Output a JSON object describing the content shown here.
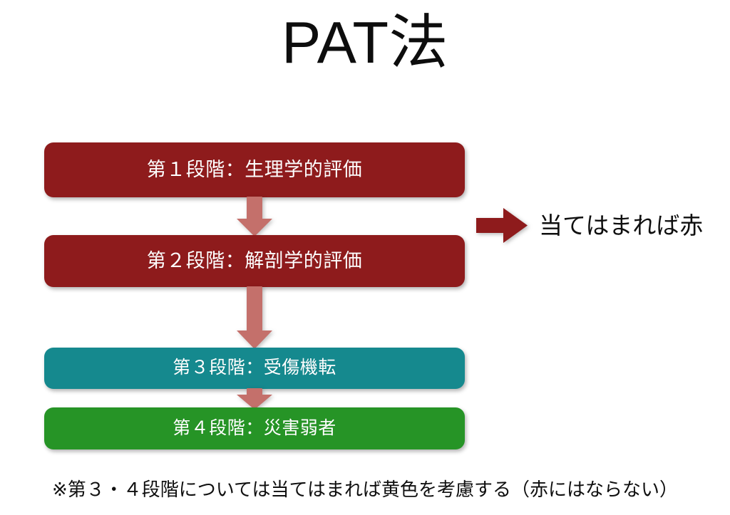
{
  "slide": {
    "title": "PAT法",
    "background_color": "#ffffff"
  },
  "colors": {
    "dark_red": "#8e1b1c",
    "teal": "#15898e",
    "green": "#269426",
    "connector_red": "#c4706b",
    "text_dark": "#0f0f0f",
    "box_text": "#ffffff"
  },
  "flow": {
    "stages": [
      {
        "label": "第１段階：生理学的評価",
        "color": "#8e1b1c"
      },
      {
        "label": "第２段階：解剖学的評価",
        "color": "#8e1b1c"
      },
      {
        "label": "第３段階：受傷機転",
        "color": "#15898e"
      },
      {
        "label": "第４段階：災害弱者",
        "color": "#269426"
      }
    ],
    "connectors": [
      {
        "name": "stage1-to-stage2",
        "direction": "down",
        "color": "#c4706b"
      },
      {
        "name": "stage2-to-stage3",
        "direction": "down",
        "color": "#c4706b"
      },
      {
        "name": "stage3-to-stage4",
        "direction": "down",
        "color": "#c4706b"
      }
    ]
  },
  "callout": {
    "arrow_icon": "arrow-right-icon",
    "arrow_color": "#8e1b1c",
    "text": "当てはまれば赤"
  },
  "footnote": {
    "text": "※第３・４段階については当てはまれば黄色を考慮する（赤にはならない）"
  }
}
